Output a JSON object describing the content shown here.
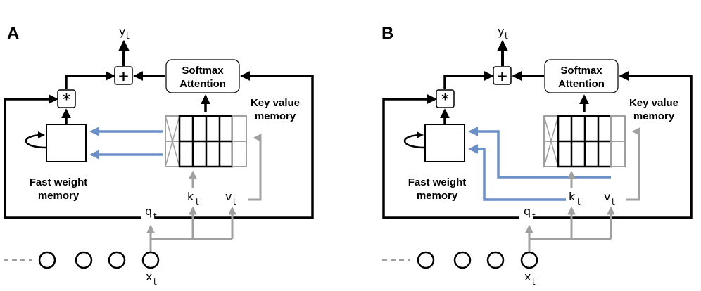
{
  "panels": [
    {
      "label": "A",
      "softmax_line1": "Softmax",
      "softmax_line2": "Attention",
      "multiply_symbol": "*",
      "add_symbol": "+",
      "kv_line1": "Key value",
      "kv_line2": "memory",
      "fw_line1": "Fast weight",
      "fw_line2": "memory",
      "y": "y",
      "y_sub": "t",
      "q": "q",
      "q_sub": "t",
      "k": "k",
      "k_sub": "t",
      "v": "v",
      "v_sub": "t",
      "x": "x",
      "x_sub": "t"
    },
    {
      "label": "B",
      "softmax_line1": "Softmax",
      "softmax_line2": "Attention",
      "multiply_symbol": "*",
      "add_symbol": "+",
      "kv_line1": "Key value",
      "kv_line2": "memory",
      "fw_line1": "Fast weight",
      "fw_line2": "memory",
      "y": "y",
      "y_sub": "t",
      "q": "q",
      "q_sub": "t",
      "k": "k",
      "k_sub": "t",
      "v": "v",
      "v_sub": "t",
      "x": "x",
      "x_sub": "t"
    }
  ],
  "colors": {
    "black": "#000000",
    "gray": "#a0a0a0",
    "blue": "#6b8fc7"
  },
  "input_nodes_per_panel": 4
}
